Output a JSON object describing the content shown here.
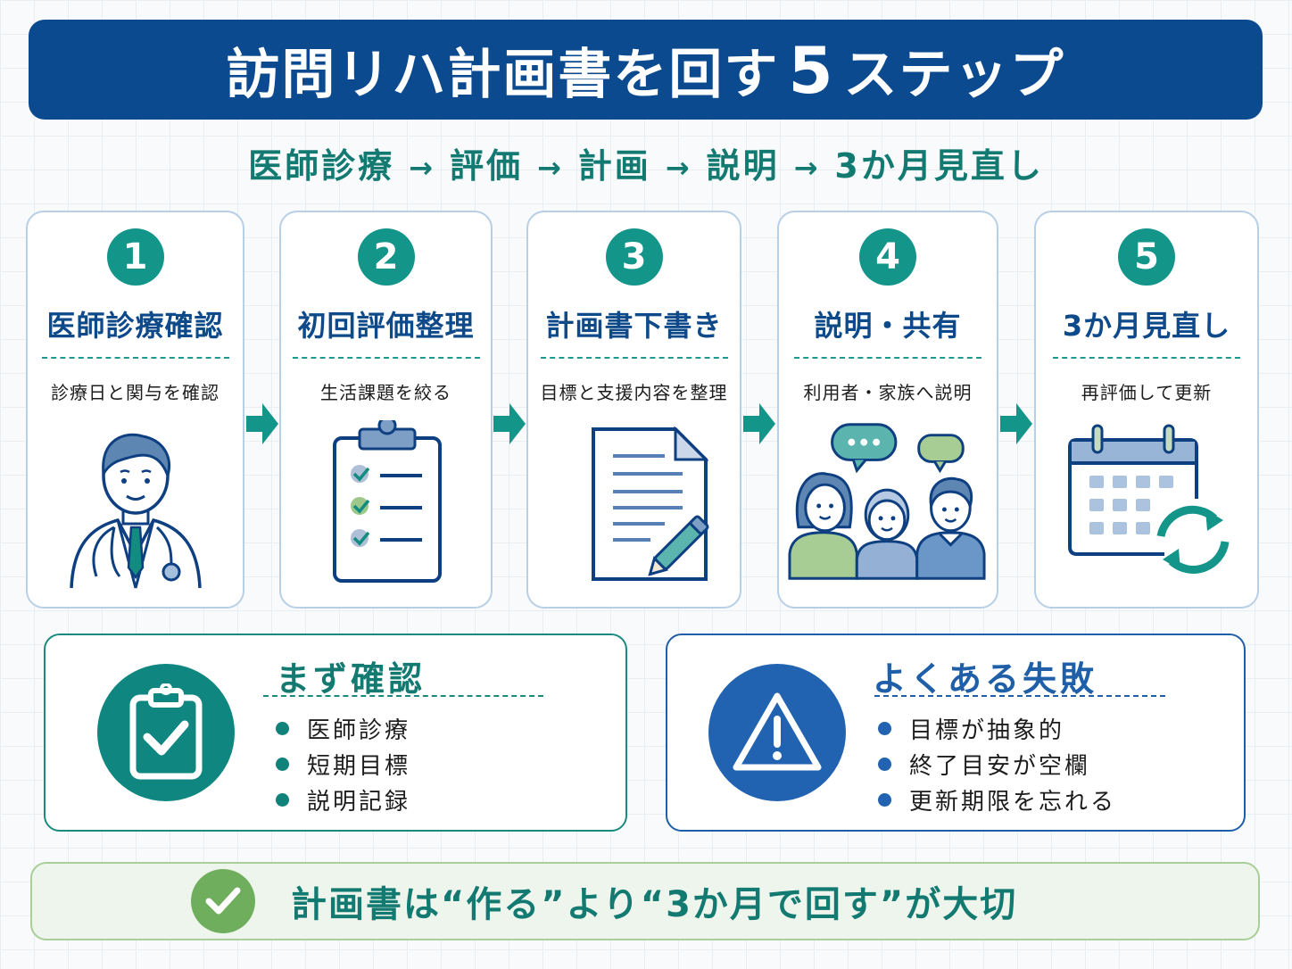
{
  "header": {
    "title_main": "訪問リハ計画書を回す",
    "title_number": "5",
    "title_suffix": "ステップ",
    "title_color": "#0b4a8f"
  },
  "flow": {
    "items": [
      "医師診療",
      "評価",
      "計画",
      "説明",
      "3か月見直し"
    ],
    "arrow": "→",
    "color": "#137a72"
  },
  "steps": [
    {
      "number": "1",
      "title": "医師診療確認",
      "description": "診療日と関与を確認",
      "icon": "doctor-icon"
    },
    {
      "number": "2",
      "title": "初回評価整理",
      "description": "生活課題を絞る",
      "icon": "clipboard-checklist-icon"
    },
    {
      "number": "3",
      "title": "計画書下書き",
      "description": "目標と支援内容を整理",
      "icon": "document-pencil-icon"
    },
    {
      "number": "4",
      "title": "説明・共有",
      "description": "利用者・家族へ説明",
      "icon": "family-conversation-icon"
    },
    {
      "number": "5",
      "title": "3か月見直し",
      "description": "再評価して更新",
      "icon": "calendar-refresh-icon"
    }
  ],
  "check_box": {
    "heading": "まず確認",
    "icon": "clipboard-check-icon",
    "items": [
      "医師診療",
      "短期目標",
      "説明記録"
    ],
    "color": "#0f8780"
  },
  "warning_box": {
    "heading": "よくある失敗",
    "icon": "warning-triangle-icon",
    "items": [
      "目標が抽象的",
      "終了目安が空欄",
      "更新期限を忘れる"
    ],
    "color": "#2163b0"
  },
  "footer": {
    "message": "計画書は“作る”より“3か月で回す”が大切",
    "icon": "check-circle-icon",
    "color": "#6fae5c"
  },
  "colors": {
    "teal": "#14958a",
    "navy": "#0e4a8a",
    "card_border": "#b8cfe6"
  }
}
